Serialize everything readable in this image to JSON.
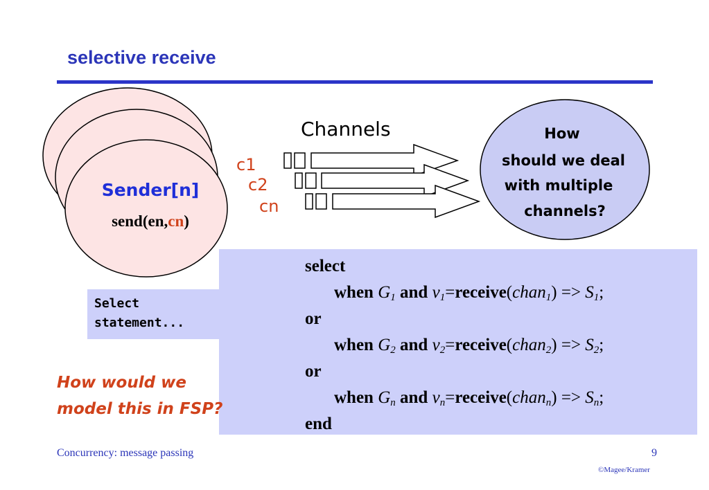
{
  "slide": {
    "title": "selective receive",
    "footer_left": "Concurrency: message passing",
    "page_number": "9",
    "copyright": "©Magee/Kramer"
  },
  "diagram": {
    "sender_label": "Sender[n]",
    "send_call_prefix": "send(en,",
    "send_call_arg": "cn",
    "send_call_suffix": ")",
    "channels_label": "Channels",
    "channel_names": [
      "c1",
      "c2",
      "cn"
    ],
    "question_lines": [
      "How",
      "should we deal",
      "with multiple",
      "channels?"
    ]
  },
  "callout": {
    "line1": "Select",
    "line2": "statement..."
  },
  "fsp_question": {
    "line1": "How would we",
    "line2": "model this in FSP?"
  },
  "code": {
    "select": "select",
    "or1": "or",
    "or2": "or",
    "end": "end",
    "when": "when",
    "and": "and",
    "receive": "receive",
    "arrow": "=>",
    "semicolon": ";",
    "branches": [
      {
        "g": "G",
        "sub": "1",
        "v": "v",
        "chan": "chan",
        "s": "S"
      },
      {
        "g": "G",
        "sub": "2",
        "v": "v",
        "chan": "chan",
        "s": "S"
      },
      {
        "g": "G",
        "sub": "n",
        "v": "v",
        "chan": "chan",
        "s": "S"
      }
    ]
  },
  "colors": {
    "title_blue": "#2b35b8",
    "sender_fill": "#fde4e4",
    "question_fill": "#c9ccf4",
    "code_bg": "#cdd0fa",
    "accent_red": "#d0421b"
  }
}
